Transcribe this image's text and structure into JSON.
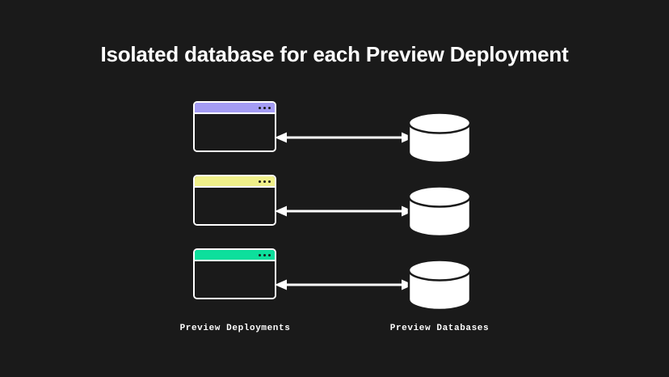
{
  "background_color": "#1a1a1a",
  "heading": {
    "text": "Isolated database for each Preview Deployment",
    "color": "#ffffff"
  },
  "diagram": {
    "rows": [
      {
        "index": 1,
        "deployment": {
          "titlebar_color": "#a49cf4",
          "dot_count": 3,
          "frame_color": "#ffffff"
        },
        "connector": {
          "type": "double-headed-arrow",
          "color": "#ffffff"
        },
        "database": {
          "fill": "#ffffff",
          "stroke": "#1a1a1a"
        }
      },
      {
        "index": 2,
        "deployment": {
          "titlebar_color": "#f0f08a",
          "dot_count": 3,
          "frame_color": "#ffffff"
        },
        "connector": {
          "type": "double-headed-arrow",
          "color": "#ffffff"
        },
        "database": {
          "fill": "#ffffff",
          "stroke": "#1a1a1a"
        }
      },
      {
        "index": 3,
        "deployment": {
          "titlebar_color": "#0ddf9c",
          "dot_count": 3,
          "frame_color": "#ffffff"
        },
        "connector": {
          "type": "double-headed-arrow",
          "color": "#ffffff"
        },
        "database": {
          "fill": "#ffffff",
          "stroke": "#1a1a1a"
        }
      }
    ],
    "captions": {
      "left": "Preview Deployments",
      "right": "Preview Databases"
    }
  }
}
